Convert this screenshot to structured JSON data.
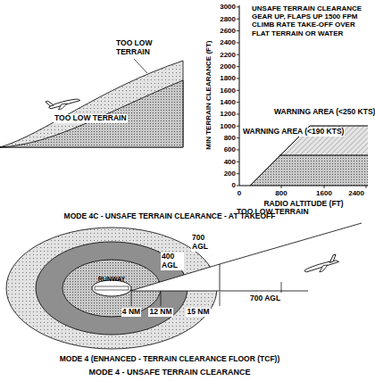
{
  "diagram": {
    "caption": "MODE 4 - UNSAFE TERRAIN CLEARANCE",
    "labels": [
      "TOO LOW TERRAIN",
      "TOO LOW TERRAIN",
      "3000",
      "2800",
      "2600",
      "2400",
      "2200",
      "2000",
      "1800",
      "1600",
      "1400",
      "1200",
      "1000",
      "800",
      "600",
      "400",
      "200",
      "0",
      "UNSAFE TERRAIN CLEARANCE GEAR UP, FLAPS UP 1500 FPM CLIMB RATE TAKE-OFF OVER FLAT TERRAIN OR WATER",
      "WARNING AREA (<250 KTS)",
      "WARNING AREA (<190 KTS)",
      "0",
      "800",
      "1600",
      "2400",
      "RADIO ALTITUDE (FT)",
      "MIN TERRAIN CLEARANCE (FT)",
      "MODE 4C - UNSAFE TERRAIN CLEARANCE - AT TAKEOFF",
      "TOO LOW TERRAIN",
      "400 AGL",
      "700 AGL",
      "700 AGL",
      "RUNWAY",
      "4 NM",
      "12 NM",
      "15 NM",
      "MODE 4 (ENHANCED - TERRAIN CLEARANCE FLOOR (TCF))"
    ]
  }
}
